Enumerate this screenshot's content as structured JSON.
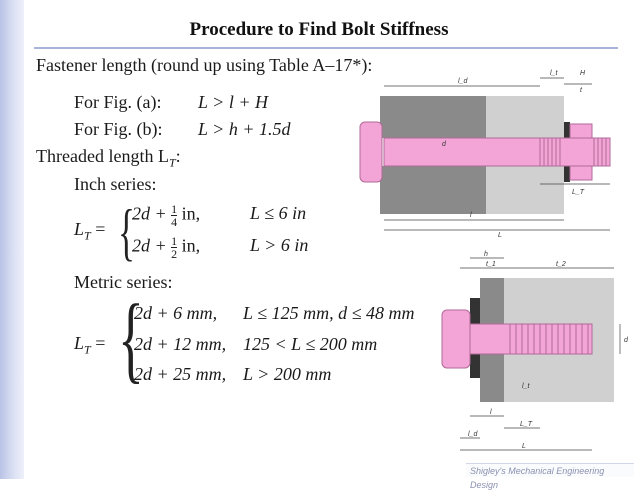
{
  "title": "Procedure to Find Bolt Stiffness",
  "fastener_length": "Fastener length (round up using Table A–17*):",
  "fig_a_label": "For Fig. (a):",
  "fig_a_formula": "L > l + H",
  "fig_b_label": "For Fig. (b):",
  "fig_b_formula": "L > h + 1.5d",
  "threaded_length": "Threaded length L",
  "threaded_length_sub": "T",
  "threaded_length_colon": ":",
  "inch_series": "Inch series:",
  "lt_lhs": "L",
  "lt_lhs_sub": "T",
  "lt_eq": "=",
  "inch_rows": [
    {
      "expr": "2d +",
      "num": "1",
      "den": "4",
      "unit": "in,",
      "cond": "L ≤ 6 in"
    },
    {
      "expr": "2d +",
      "num": "1",
      "den": "2",
      "unit": "in,",
      "cond": "L > 6 in"
    }
  ],
  "metric_series": "Metric series:",
  "metric_rows": [
    {
      "expr": "2d + 6 mm,",
      "cond": "L ≤ 125 mm, d ≤ 48 mm"
    },
    {
      "expr": "2d + 12 mm,",
      "cond": "125 < L ≤ 200 mm"
    },
    {
      "expr": "2d + 25 mm,",
      "cond": "L > 200 mm"
    }
  ],
  "footer": "Shigley's Mechanical Engineering Design",
  "fig_a_labels": {
    "ld": "l_d",
    "lt": "l_t",
    "H": "H",
    "t": "t",
    "d": "d",
    "LT": "L_T",
    "l": "l",
    "L": "L"
  },
  "fig_b_labels": {
    "h": "h",
    "t1": "t_1",
    "t2": "t_2",
    "d": "d",
    "lt": "l_t",
    "l": "l",
    "LT": "L_T",
    "ld": "l_d",
    "L": "L"
  },
  "colors": {
    "bolt": "#f2a5d6",
    "plate": "#8a8a8a",
    "sidebar": "#c7cfee",
    "rule": "#a9b3dc"
  }
}
